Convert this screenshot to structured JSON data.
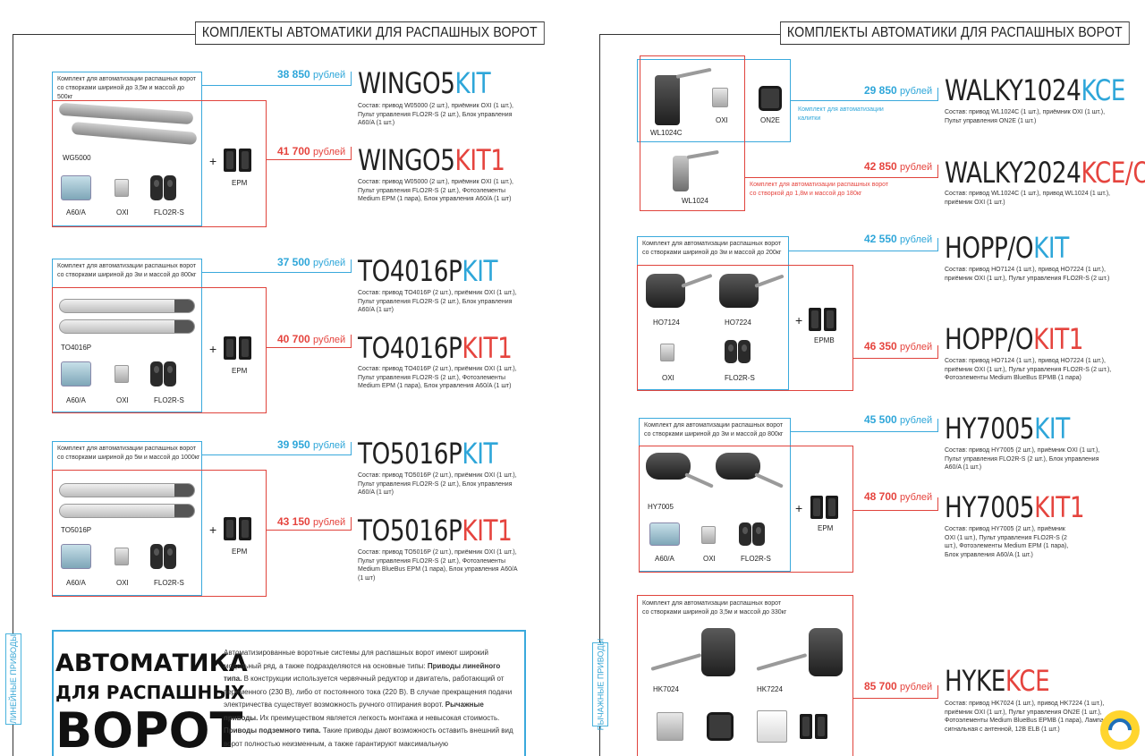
{
  "left_page": {
    "title": "КОМПЛЕКТЫ АВТОМАТИКИ ДЛЯ РАСПАШНЫХ ВОРОТ",
    "side_tab": "ЛИНЕЙНЫЕ ПРИВОДЫ",
    "groups": [
      {
        "desc": "Комплект для автоматизации распашных ворот со створками шириной до 3,5м и массой до 500кг",
        "kit": {
          "price": "38 850",
          "unit": "рублей",
          "name": "WINGO5",
          "suffix": "KIT",
          "comp": "Состав: привод W05000 (2 шт.), приёмник OXI (1 шт.), Пульт управления FLO2R-S (2 шт.), Блок управления A60/A (1 шт.)"
        },
        "kit1": {
          "price": "41 700",
          "unit": "рублей",
          "name": "WINGO5",
          "suffix": "KIT1",
          "comp": "Состав: привод W05000 (2 шт.), приёмник OXI (1 шт.), Пульт управления FLO2R-S (2 шт.), Фотоэлементы Medium EPM (1 пара), Блок управления A60/A (1 шт)"
        },
        "labels": {
          "main": "WG5000",
          "ctrl": "A60/A",
          "rx": "OXI",
          "remote": "FLO2R-S",
          "photo": "EPM"
        }
      },
      {
        "desc": "Комплект для автоматизации распашных ворот со створками шириной до 3м и массой до 800кг",
        "kit": {
          "price": "37 500",
          "unit": "рублей",
          "name": "TO4016P",
          "suffix": "KIT",
          "comp": "Состав: привод TO4016P (2 шт.), приёмник OXI (1 шт.), Пульт управления FLO2R-S (2 шт.), Блок управления A60/A (1 шт)"
        },
        "kit1": {
          "price": "40 700",
          "unit": "рублей",
          "name": "TO4016P",
          "suffix": "KIT1",
          "comp": "Состав: привод TO4016P (2 шт.), приёмник OXI (1 шт.), Пульт управления FLO2R-S (2 шт.), Фотоэлементы Medium EPM (1 пара), Блок управления A60/A (1 шт)"
        },
        "labels": {
          "main": "TO4016P",
          "ctrl": "A60/A",
          "rx": "OXI",
          "remote": "FLO2R-S",
          "photo": "EPM"
        }
      },
      {
        "desc": "Комплект для автоматизации распашных ворот со створками шириной до 5м и массой до 1000кг",
        "kit": {
          "price": "39 950",
          "unit": "рублей",
          "name": "TO5016P",
          "suffix": "KIT",
          "comp": "Состав: привод TO5016P (2 шт.), приёмник OXI (1 шт.), Пульт управления FLO2R-S (2 шт.), Блок управления A60/A (1 шт)"
        },
        "kit1": {
          "price": "43 150",
          "unit": "рублей",
          "name": "TO5016P",
          "suffix": "KIT1",
          "comp": "Состав: привод TO5016P (2 шт.), приёмник OXI (1 шт.), Пульт управления FLO2R-S (2 шт.), Фотоэлементы Medium BlueBus EPM (1 пара), Блок управления A60/A (1 шт)"
        },
        "labels": {
          "main": "TO5016P",
          "ctrl": "A60/A",
          "rx": "OXI",
          "remote": "FLO2R-S",
          "photo": "EPM"
        }
      }
    ],
    "info": {
      "title1": "АВТОМАТИКА",
      "title2": "ДЛЯ РАСПАШНЫХ",
      "title3": "ВОРОТ",
      "p1": "Автоматизированные воротные системы для распашных ворот имеют широкий модельный ряд, а также подразделяются на основные типы:",
      "b1": "Приводы линейного типа.",
      "p2": "В конструкции используется червячный редуктор и двигатель, работающий от переменного (230 В), либо от постоянного тока (220 В). В случае прекращения подачи электричества существует возможность ручного отпирания ворот.",
      "b2": "Рычажные приводы.",
      "p3": "Их преимуществом является легкость монтажа и невысокая стоимость.",
      "b3": "Приводы подземного типа.",
      "p4": "Такие приводы дают возможность оставить внешний вид ворот полностью неизменным, а также гарантируют максимальную"
    }
  },
  "right_page": {
    "title": "КОМПЛЕКТЫ АВТОМАТИКИ ДЛЯ РАСПАШНЫХ ВОРОТ",
    "side_tab": "РЫЧАЖНЫЕ ПРИВОДЫ",
    "walky": {
      "desc_blue": "Комплект для автоматизации калитки",
      "desc_red": "Комплект для автоматизации распашных ворот со створкой до 1,8м и массой до 180кг",
      "kit": {
        "price": "29 850",
        "unit": "рублей",
        "name": "WALKY1024",
        "suffix": "KCE",
        "comp": "Состав: привод WL1024C (1 шт.), приёмник OXI (1 шт.), Пульт управления ON2E (1 шт.)"
      },
      "kit1": {
        "price": "42 850",
        "unit": "рублей",
        "name": "WALKY2024",
        "suffix": "KCE/O",
        "comp": "Состав: привод WL1024C (1 шт.), привод WL1024 (1 шт.), приёмник OXI (1 шт.)"
      },
      "labels": {
        "main1": "WL1024C",
        "rx": "OXI",
        "remote": "ON2E",
        "main2": "WL1024"
      }
    },
    "hopp": {
      "desc": "Комплект для автоматизации распашных ворот со створками шириной до 3м и массой до 200кг",
      "kit": {
        "price": "42 550",
        "unit": "рублей",
        "name": "HOPP/O",
        "suffix": "KIT",
        "comp": "Состав: привод HO7124 (1 шт.), привод HO7224 (1 шт.), приёмник OXI (1 шт.), Пульт управления FLO2R-S (2 шт.)"
      },
      "kit1": {
        "price": "46 350",
        "unit": "рублей",
        "name": "HOPP/O",
        "suffix": "KIT1",
        "comp": "Состав: привод HO7124 (1 шт.), привод HO7224 (1 шт.), приёмник OXI (1 шт.), Пульт управления FLO2R-S (2 шт.), Фотоэлементы Medium BlueBus EPMB (1 пара)"
      },
      "labels": {
        "m1": "HO7124",
        "m2": "HO7224",
        "rx": "OXI",
        "remote": "FLO2R-S",
        "photo": "EPMB"
      }
    },
    "hy": {
      "desc": "Комплект для автоматизации распашных ворот со створками шириной до 3м и массой до 800кг",
      "kit": {
        "price": "45 500",
        "unit": "рублей",
        "name": "HY7005",
        "suffix": "KIT",
        "comp": "Состав: привод HY7005 (2 шт.), приёмник OXI (1 шт.), Пульт управления FLO2R-S (2 шт.), Блок управления A60/A (1 шт.)"
      },
      "kit1": {
        "price": "48 700",
        "unit": "рублей",
        "name": "HY7005",
        "suffix": "KIT1",
        "comp": "Состав: привод HY7005 (2 шт.), приёмник OXI (1 шт.), Пульт управления FLO2R-S (2 шт.), Фотоэлементы Medium EPM (1 пара), Блок управления A60/A (1 шт.)"
      },
      "labels": {
        "main": "HY7005",
        "ctrl": "A60/A",
        "rx": "OXI",
        "remote": "FLO2R-S",
        "photo": "EPM"
      }
    },
    "hyke": {
      "desc": "Комплект для автоматизации распашных ворот со створками шириной до 3,5м и массой до 330кг",
      "kit": {
        "price": "85 700",
        "unit": "рублей",
        "name": "HYKE",
        "suffix": "KCE",
        "comp": "Состав: привод HK7024 (1 шт.), привод HK7224 (1 шт.), приёмник OXI (1 шт.), Пульт управления ON2E (1 шт.), Фотоэлементы Medium BlueBus EPMB (1 пара), Лампа сигнальная с антенной, 12В ELB (1 шт.)"
      },
      "labels": {
        "m1": "HK7024",
        "m2": "HK7224"
      }
    }
  },
  "colors": {
    "blue": "#2ea6d9",
    "red": "#e5443e"
  }
}
